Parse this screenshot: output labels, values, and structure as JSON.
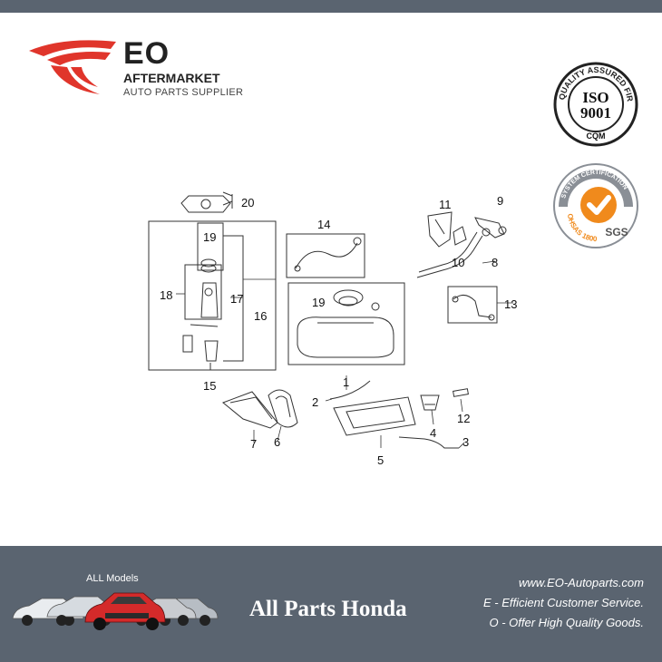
{
  "brand": {
    "name": "EO",
    "subtitle": "AFTERMARKET",
    "tagline": "AUTO PARTS SUPPLIER",
    "logo_icon": "wing-logo-icon",
    "accent_color": "#e0352b"
  },
  "seals": {
    "iso": {
      "icon": "iso-9001-seal-icon",
      "ring_text": "QUALITY ASSURED FIRM",
      "center": "ISO",
      "number": "9001",
      "mark": "CQM"
    },
    "sgs": {
      "icon": "ohsas-sgs-seal-icon",
      "ring_text": "SYSTEM CERTIFICATION",
      "arc_text": "OHSAS 18001",
      "mark": "SGS",
      "accent_color": "#f08a1c"
    }
  },
  "diagram": {
    "callouts": [
      "20",
      "19",
      "18",
      "17",
      "16",
      "15",
      "14",
      "19",
      "1",
      "11",
      "10",
      "9",
      "8",
      "13",
      "2",
      "12",
      "4",
      "3",
      "5",
      "7",
      "6"
    ]
  },
  "footer": {
    "models_label": "ALL Models",
    "title": "All Parts Honda",
    "website": "www.EO-Autoparts.com",
    "line1": "E - Efficient Customer Service.",
    "line2": "O - Offer High Quality Goods.",
    "band_color": "#5a6470"
  }
}
